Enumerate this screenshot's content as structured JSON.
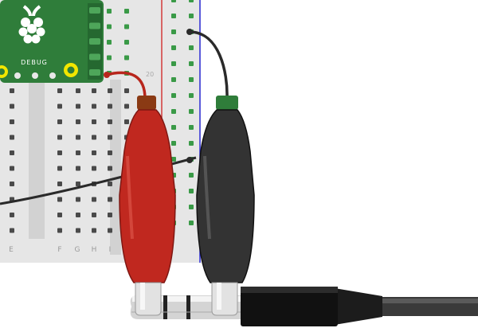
{
  "board": {
    "logo_icon": "raspberry-pi-logo-icon",
    "debug_label": "DEBUG",
    "pin_number_label": "20"
  },
  "breadboard": {
    "column_labels": [
      "E",
      "F",
      "G",
      "H",
      "I"
    ]
  },
  "colors": {
    "pcb_green": "#2f7d3a",
    "breadboard_body": "#e6e6e6",
    "red_clip": "#c0281f",
    "black_clip": "#333333",
    "hole_green": "#3a9a47",
    "rail_red": "#d33a3a",
    "rail_blue": "#2b2bd6",
    "pad_yellow": "#f2e600"
  }
}
